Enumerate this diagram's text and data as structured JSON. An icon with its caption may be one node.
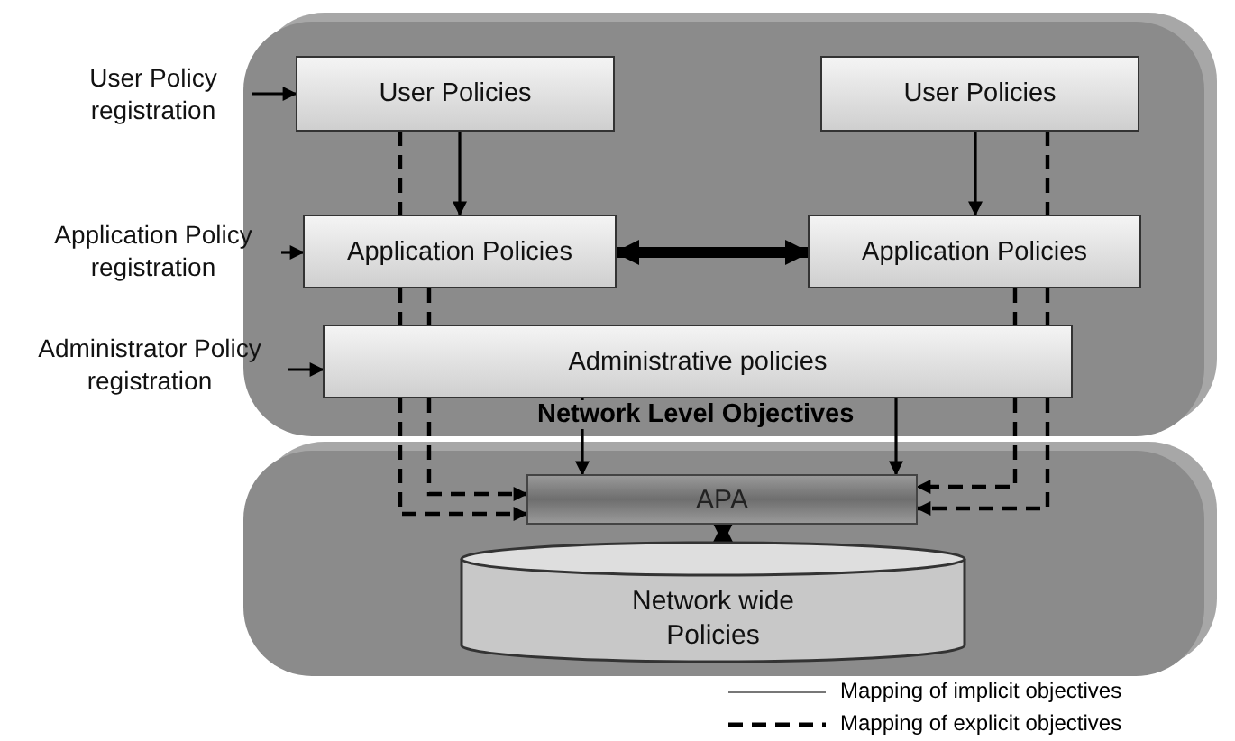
{
  "diagram": {
    "nodes": [
      {
        "text": [],
        "shape": "box"
      },
      {
        "text": [
          "User Policies"
        ],
        "in": 0
      },
      {
        "text": [
          "User Policies"
        ],
        "in": 0
      },
      {
        "text": [
          "Application Policies"
        ],
        "in": 0
      },
      {
        "text": [
          "Application Policies"
        ],
        "in": 0
      },
      {
        "text": [
          "Administrative policies"
        ],
        "in": 0
      },
      {
        "text": [],
        "shape": "box"
      },
      {
        "text": [
          "APA"
        ],
        "in": 6
      },
      {
        "text": [
          "Network wide Policies"
        ],
        "in": 6
      },
      {
        "text": [
          "User Policy registration"
        ]
      },
      {
        "text": [
          "Application Policy registration"
        ]
      },
      {
        "text": [
          "Administrator Policy registration"
        ]
      }
    ],
    "edges": [
      {
        "from": 9,
        "to": 1,
        "arrow": "to"
      },
      {
        "from": 10,
        "to": 3,
        "arrow": "to"
      },
      {
        "from": 11,
        "to": 5,
        "arrow": "to"
      },
      {
        "from": 1,
        "to": 3,
        "arrow": "to"
      },
      {
        "from": 2,
        "to": 4,
        "arrow": "to"
      },
      {
        "from": 3,
        "to": 4,
        "arrow": "both",
        "style": "thick"
      },
      {
        "from": 1,
        "to": 3,
        "arrow": "none",
        "style": "dashed"
      },
      {
        "from": 3,
        "to": 5,
        "arrow": "none",
        "style": "dashed"
      },
      {
        "from": 3,
        "to": 5,
        "arrow": "none",
        "style": "dashed"
      },
      {
        "from": 5,
        "to": 7,
        "arrow": "to",
        "style": "dashed"
      },
      {
        "from": 5,
        "to": 7,
        "arrow": "to",
        "style": "dashed"
      },
      {
        "from": 5,
        "to": 7,
        "arrow": "to"
      },
      {
        "from": 5,
        "to": 7,
        "arrow": "to"
      },
      {
        "from": 2,
        "to": 4,
        "arrow": "none",
        "style": "dashed"
      },
      {
        "from": 4,
        "to": 5,
        "arrow": "none",
        "style": "dashed"
      },
      {
        "from": 4,
        "to": 5,
        "arrow": "none",
        "style": "dashed"
      },
      {
        "from": 5,
        "to": 7,
        "arrow": "to",
        "style": "dashed"
      },
      {
        "from": 5,
        "to": 7,
        "arrow": "to",
        "style": "dashed"
      },
      {
        "from": 7,
        "to": 8,
        "arrow": "both",
        "style": "thick"
      }
    ],
    "labels": [
      "Network Level Objectives"
    ],
    "legend": [
      {
        "text": "Mapping of implicit objectives"
      },
      {
        "text": "Mapping of explicit objectives"
      }
    ]
  }
}
